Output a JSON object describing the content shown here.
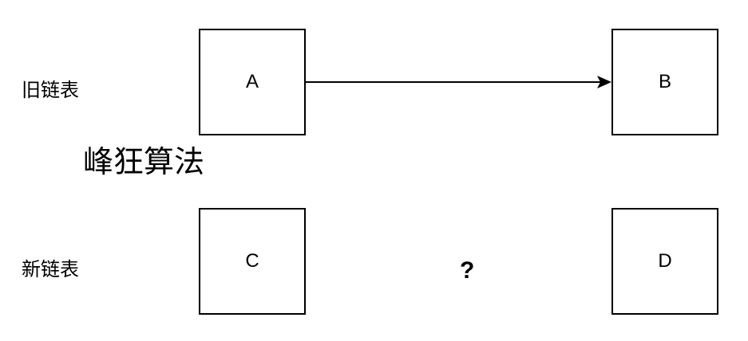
{
  "labels": {
    "old_list": "旧链表",
    "new_list": "新链表"
  },
  "nodes": {
    "a": "A",
    "b": "B",
    "c": "C",
    "d": "D"
  },
  "edges": [
    {
      "from": "A",
      "to": "B"
    }
  ],
  "watermark": "峰狂算法",
  "unknown_link": "?",
  "colors": {
    "stroke": "#000000",
    "background": "#ffffff"
  }
}
